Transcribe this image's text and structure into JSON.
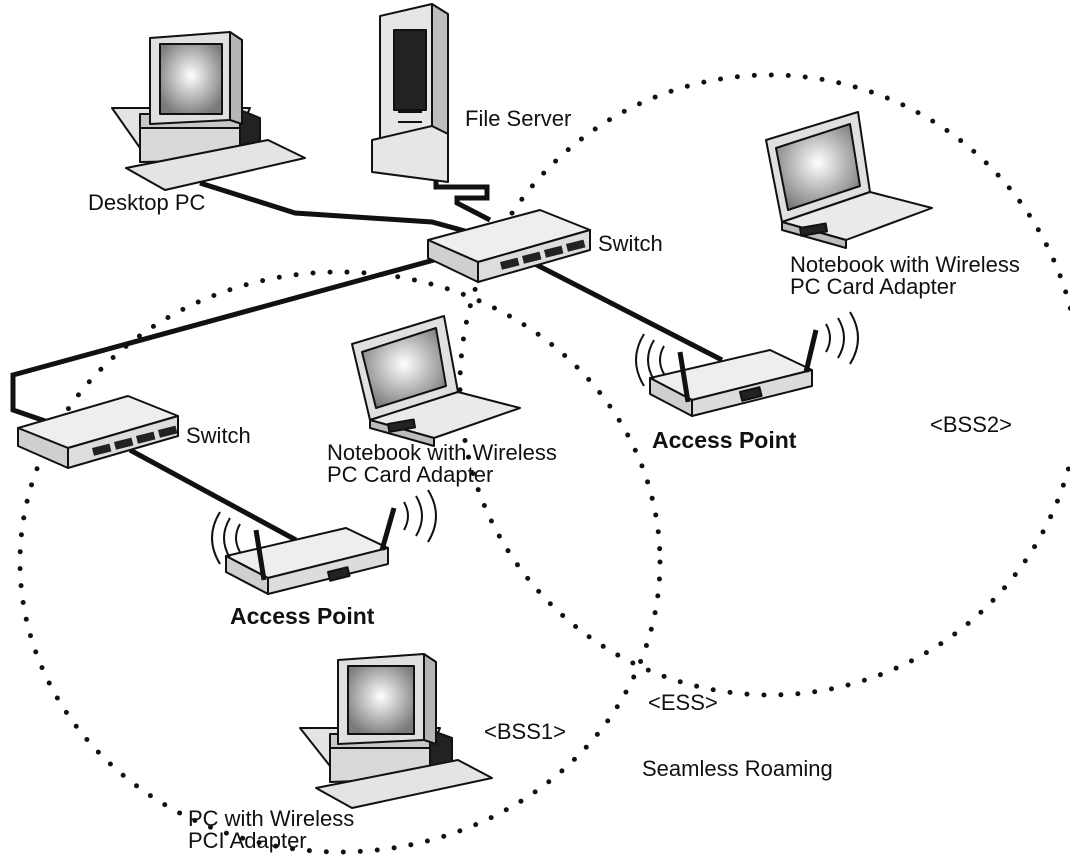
{
  "labels": {
    "desktop_pc": "Desktop PC",
    "file_server": "File Server",
    "switch_top": "Switch",
    "switch_left": "Switch",
    "notebook_right_line1": "Notebook with Wireless",
    "notebook_right_line2": "PC Card Adapter",
    "notebook_middle_line1": "Notebook with Wireless",
    "notebook_middle_line2": "PC Card Adapter",
    "access_point_right": "Access Point",
    "access_point_left": "Access Point",
    "bss2": "<BSS2>",
    "bss1": "<BSS1>",
    "ess": "<ESS>",
    "seamless_roaming": "Seamless Roaming",
    "pc_wireless_line1": "PC with Wireless",
    "pc_wireless_line2": "PCI Adapter"
  },
  "colors": {
    "ink": "#111111",
    "device_body": "#e6e6e6",
    "device_shade": "#bdbdbd",
    "screen": "#8f8f8f",
    "cable": "#111111"
  },
  "icons": [
    "desktop-pc-icon",
    "file-server-icon",
    "switch-icon",
    "access-point-icon",
    "notebook-icon",
    "pc-icon"
  ]
}
